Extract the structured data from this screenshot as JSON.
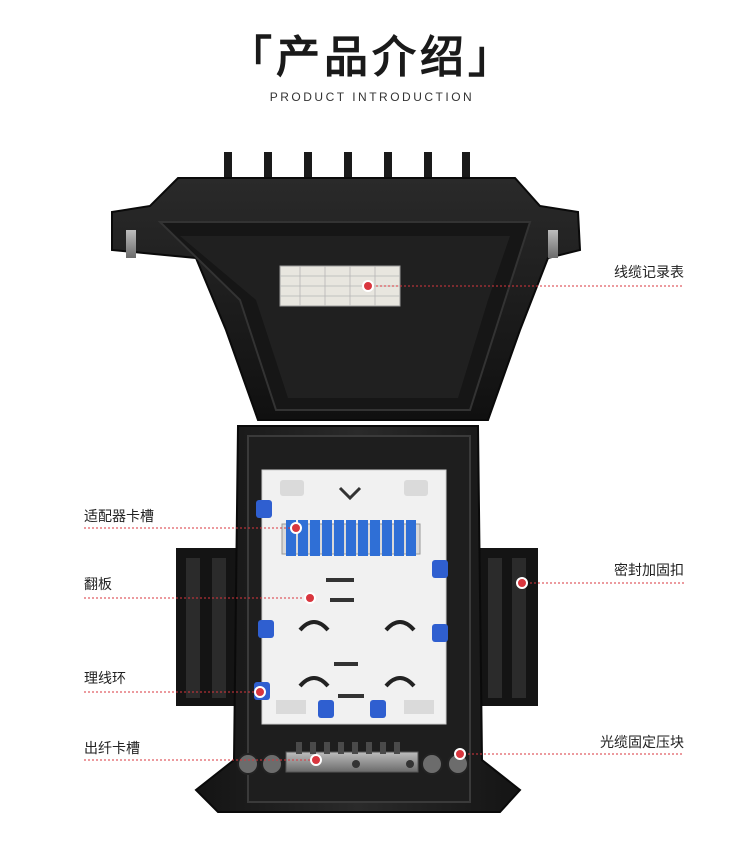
{
  "header": {
    "title": "「产品介绍」",
    "subtitle": "PRODUCT INTRODUCTION"
  },
  "colors": {
    "accent": "#d9363e",
    "enclosure": "#1c1c1c",
    "tray": "#f1f1f1",
    "adapter": "#2f6fd6"
  },
  "callouts": {
    "cable_record_table": "线缆记录表",
    "adapter_slot": "适配器卡槽",
    "flip_plate": "翻板",
    "seal_reinforcement_buckle": "密封加固扣",
    "cable_ring": "理线环",
    "fiber_outlet_slot": "出纤卡槽",
    "cable_clamp_block": "光缆固定压块"
  }
}
